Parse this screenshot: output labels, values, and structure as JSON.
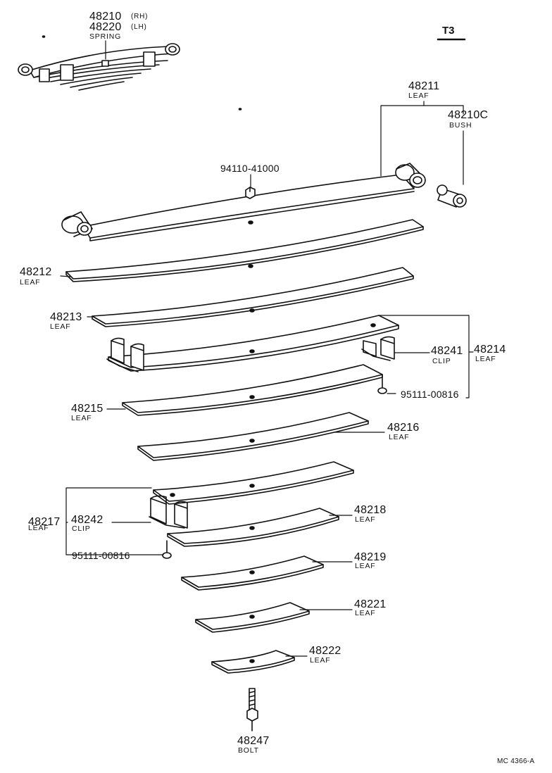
{
  "catalog_tag": "T3",
  "drawing_code": "MC 4366-A",
  "callouts": [
    {
      "id": "spring",
      "part_numbers": [
        "48210",
        "48220"
      ],
      "sides": [
        "(RH)",
        "(LH)"
      ],
      "name": "SPRING"
    },
    {
      "id": "nut",
      "part_number": "94110-41000"
    },
    {
      "id": "leaf-48211",
      "part_number": "48211",
      "name": "LEAF"
    },
    {
      "id": "bush",
      "part_number": "48210C",
      "name": "BUSH"
    },
    {
      "id": "leaf-48212",
      "part_number": "48212",
      "name": "LEAF"
    },
    {
      "id": "leaf-48213",
      "part_number": "48213",
      "name": "LEAF"
    },
    {
      "id": "clip-48241",
      "part_number": "48241",
      "name": "CLIP"
    },
    {
      "id": "leaf-48214",
      "part_number": "48214",
      "name": "LEAF"
    },
    {
      "id": "bolt-upper",
      "part_number": "95111-00816"
    },
    {
      "id": "leaf-48215",
      "part_number": "48215",
      "name": "LEAF"
    },
    {
      "id": "leaf-48216",
      "part_number": "48216",
      "name": "LEAF"
    },
    {
      "id": "leaf-48217",
      "part_number": "48217",
      "name": "LEAF"
    },
    {
      "id": "clip-48242",
      "part_number": "48242",
      "name": "CLIP"
    },
    {
      "id": "leaf-48218",
      "part_number": "48218",
      "name": "LEAF"
    },
    {
      "id": "bolt-lower",
      "part_number": "95111-00816"
    },
    {
      "id": "leaf-48219",
      "part_number": "48219",
      "name": "LEAF"
    },
    {
      "id": "leaf-48221",
      "part_number": "48221",
      "name": "LEAF"
    },
    {
      "id": "leaf-48222",
      "part_number": "48222",
      "name": "LEAF"
    },
    {
      "id": "center-bolt",
      "part_number": "48247",
      "name": "BOLT"
    }
  ]
}
